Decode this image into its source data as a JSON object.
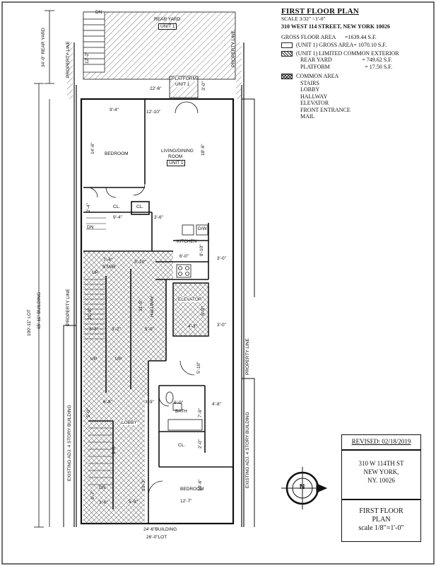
{
  "legend": {
    "title": "FIRST FLOOR PLAN",
    "scale": "SCALE 3/32\" =1'-0\"",
    "address": "310 WEST 114 STREET, NEW YORK 10026",
    "gross_floor_area_label": "GROSS FLOOR AREA",
    "gross_floor_area_value": "=1639.44 S.F.",
    "unit_gross_area": "(UNIT 1) GROSS AREA= 1070.10 S.F.",
    "limited_common_exterior": "(UNIT 1) LIMITED COMMON EXTERIOR",
    "rear_yard_label": "REAR YARD",
    "rear_yard_value": "= 749.62 S.F.",
    "platform_label": "PLATFORM",
    "platform_value": "= 17.50 S.F.",
    "common_area": "COMMON AREA",
    "common_items": [
      "STAIRS",
      "LOBBY",
      "HALLWAY",
      "ELEVATOR",
      "FRONT ENTRANCE",
      "MAIL"
    ]
  },
  "title_block": {
    "revised": "REVISED: 02/18/2019",
    "address_line1": "310 W 114TH ST",
    "address_line2": "NEW YORK,",
    "address_line3": "NY. 10026",
    "plan_title_line1": "FIRST FLOOR",
    "plan_title_line2": "PLAN",
    "plan_scale": "scale 1/8\"=1'-0\""
  },
  "rooms": {
    "rear_yard": "REAR YARD",
    "rear_yard_unit": "UNIT 1",
    "platform": "PLATFORM",
    "platform_unit": "UNIT 1",
    "bedroom_rear": "BEDROOM",
    "living_line1": "LIVING/DINING",
    "living_line2": "ROOM",
    "living_unit": "UNIT 1",
    "closet_a": "CL.",
    "closet_b": "CL.",
    "kitchen": "KITCHEN",
    "dw": "D/W",
    "stair": "STAIR",
    "hallway": "HALLWAY",
    "elevator": "ELEVATOR",
    "bath": "BATH",
    "closet_c": "CL.",
    "lobby": "LOBBY",
    "bedroom_front": "BEDROOM",
    "up_1": "UP",
    "up_2": "UP",
    "up_3": "UP",
    "dn_top": "DN",
    "dn_bottom": "DN",
    "dn_stair": "DN"
  },
  "dimensions": {
    "rear_yard_depth": "34'-0\" REAR YARD",
    "rear_stair": "12'-2\"",
    "platform_width": "22'-6\"",
    "platform_depth": "3'-0\"",
    "bedroom_width": "9'-4\"",
    "living_width": "12'-10\"",
    "bedroom_depth": "14'-6\"",
    "living_depth": "18'-6\"",
    "closet_depth": "2'-4\"",
    "stair_len": "9'-4\"",
    "kitchen_w": "3'-6\"",
    "kitchen_len": "8'-10\"",
    "kitchen_w2": "6'-0\"",
    "right_gap1": "3'-0\"",
    "stair_w": "7'-4\"",
    "hall_w": "3'-10\"",
    "hall_len": "31'-5\"",
    "stair_run": "21'-9\"",
    "landing_a": "3'-2\"",
    "landing_b": "3'-2\"",
    "elev_depth": "6'-9\"",
    "elev_w": "4'-3\"",
    "hall_w2": "5'-0\"",
    "right_gap2": "3'-0\"",
    "corridor": "5'-10\"",
    "lobby_w": "6'-8\"",
    "lobby_w2": "3'-9\"",
    "bath_w": "6'-0\"",
    "bath_side": "4'-8\"",
    "lobby_depth": "5'-0\"",
    "bath_depth": "7'-9\"",
    "closet_c_depth": "2'-0\"",
    "stair_b": "9'-6\"",
    "bed_front_w": "10'-3\"",
    "bed_front_d": "10'-6\"",
    "front_w1": "5'-8\"",
    "front_w2": "12'-7\"",
    "entry_a": "6'-7\"",
    "entry_b": "3'-6\"",
    "building_width": "24'-6\"BUILDING",
    "lot_width": "26'-0\"LOT",
    "lot_depth": "100'-11\" LOT",
    "building_depth": "65'-11\" BUILDING"
  },
  "site": {
    "property_line_top_left": "PROPERTY LINE",
    "property_line_top_right": "PROPERTY LINE",
    "property_line_left": "PROPERTY LINE",
    "property_line_right": "PROPERTY LINE",
    "adj_left": "EXISTING ADJ. 4 STORY BUILDING",
    "adj_right": "EXISTING ADJ. 4 STORY BUILDING"
  },
  "compass_letter": "N",
  "colors": {
    "ink": "#111111",
    "hatch": "#555555",
    "paper": "#ffffff"
  }
}
